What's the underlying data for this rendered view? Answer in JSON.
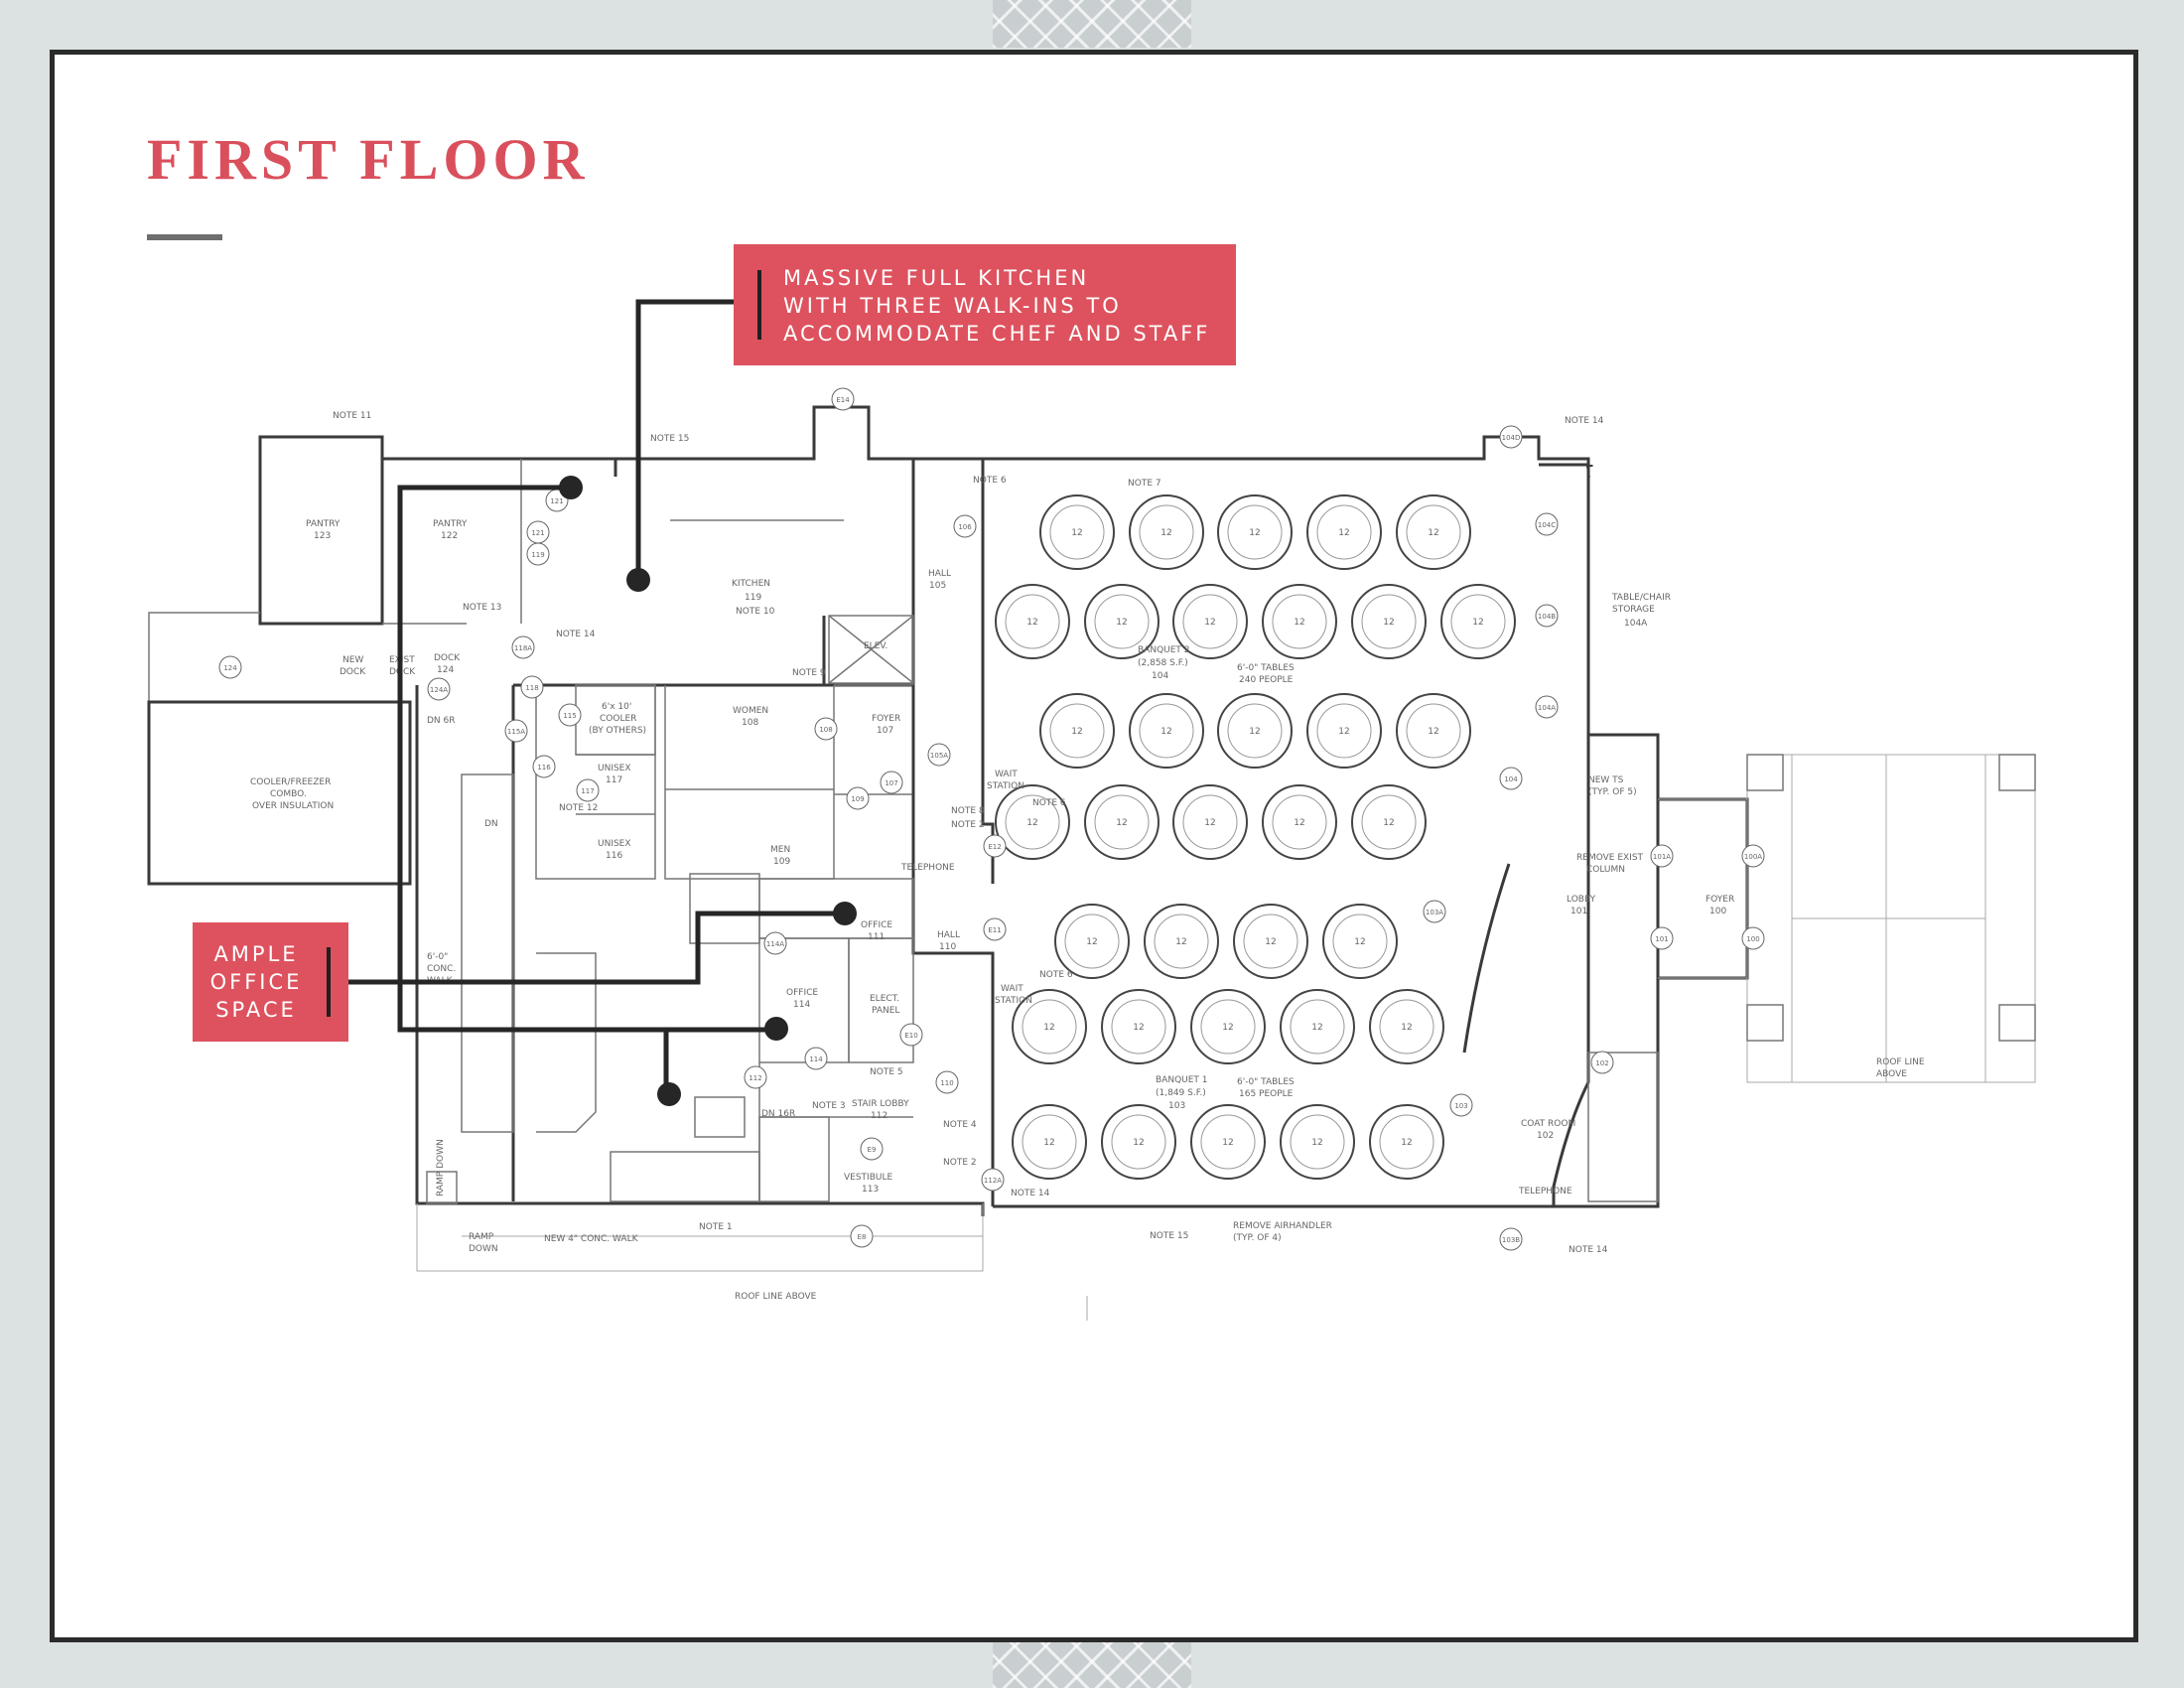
{
  "page": {
    "title": "FIRST FLOOR"
  },
  "callouts": {
    "kitchen": {
      "lines": [
        "MASSIVE FULL KITCHEN",
        "WITH THREE WALK-INS TO",
        "ACCOMMODATE CHEF AND STAFF"
      ]
    },
    "office": {
      "lines": [
        "AMPLE",
        "OFFICE",
        "SPACE"
      ]
    }
  },
  "colors": {
    "accent": "#dd525e",
    "frame": "#2b2b2b",
    "page_background": "#dce1e2",
    "leader": "#262626"
  },
  "plan": {
    "table_seats": "12",
    "rooms": {
      "pantry_123": "PANTRY",
      "pantry_123_no": "123",
      "pantry_122": "PANTRY",
      "pantry_122_no": "122",
      "kitchen": "KITCHEN",
      "kitchen_no": "119",
      "kitchen_note": "NOTE 10",
      "cooler_freezer": [
        "COOLER/FREEZER",
        "COMBO.",
        "OVER INSULATION"
      ],
      "dock": "DOCK",
      "dock_no": "124",
      "new_dock": [
        "NEW",
        "DOCK"
      ],
      "exist_dock": [
        "EXIST",
        "DOCK"
      ],
      "cooler_6x10": [
        "6'x 10'",
        "COOLER",
        "(BY OTHERS)"
      ],
      "women": "WOMEN",
      "women_no": "108",
      "men": "MEN",
      "men_no": "109",
      "unisex_1": "UNISEX",
      "unisex_1_no": "117",
      "unisex_2": "UNISEX",
      "unisex_2_no": "116",
      "foyer_107": "FOYER",
      "foyer_107_no": "107",
      "hall_105": "HALL",
      "hall_105_no": "105",
      "hall_110": "HALL",
      "hall_110_no": "110",
      "elev": "ELEV.",
      "wait_station_1": [
        "WAIT",
        "STATION"
      ],
      "wait_station_2": [
        "WAIT",
        "STATION"
      ],
      "telephone_1": "TELEPHONE",
      "telephone_2": "TELEPHONE",
      "office_111": "OFFICE",
      "office_111_no": "111",
      "office_114": "OFFICE",
      "office_114_no": "114",
      "elect_panel": [
        "ELECT.",
        "PANEL"
      ],
      "stair_lobby": "STAIR LOBBY",
      "stair_lobby_no": "112",
      "vestibule": "VESTIBULE",
      "vestibule_no": "113",
      "banquet_2": "BANQUET 2",
      "banquet_2_sf": "(2,858 S.F.)",
      "banquet_2_no": "104",
      "banquet_2_tables": "6'-0\" TABLES",
      "banquet_2_people": "240 PEOPLE",
      "banquet_1": "BANQUET 1",
      "banquet_1_sf": "(1,849 S.F.)",
      "banquet_1_no": "103",
      "banquet_1_tables": "6'-0\" TABLES",
      "banquet_1_people": "165 PEOPLE",
      "table_chair_storage": [
        "TABLE/CHAIR",
        "STORAGE"
      ],
      "table_chair_storage_no": "104A",
      "lobby": "LOBBY",
      "lobby_no": "101",
      "foyer_100": "FOYER",
      "foyer_100_no": "100",
      "coat_room": "COAT ROOM",
      "coat_room_no": "102",
      "new_ts": [
        "NEW TS",
        "(TYP. OF 5)"
      ],
      "remove_exist_column": [
        "REMOVE EXIST",
        "COLUMN"
      ],
      "remove_airhandler": [
        "REMOVE AIRHANDLER",
        "(TYP. OF 4)"
      ],
      "new_walk": "NEW 4\" CONC. WALK",
      "conc_walk": [
        "6'-0\"",
        "CONC.",
        "WALK"
      ],
      "ramp_down": [
        "RAMP",
        "DOWN"
      ],
      "ramp_down_v": "RAMP DOWN",
      "dn": "DN",
      "dn_6r": "DN 6R",
      "dn_16r": "DN 16R",
      "roof_line_above": "ROOF LINE ABOVE",
      "roof_line_above_2": [
        "ROOF LINE",
        "ABOVE"
      ]
    },
    "notes": {
      "n1": "NOTE 1",
      "n2": "NOTE 2",
      "n2b": "NOTE 2",
      "n3": "NOTE 3",
      "n4": "NOTE 4",
      "n5": "NOTE 5",
      "n6a": "NOTE 6",
      "n6b": "NOTE 6",
      "n6c": "NOTE 6",
      "n7": "NOTE 7",
      "n8": "NOTE 8",
      "n9": "NOTE 9",
      "n11": "NOTE 11",
      "n12": "NOTE 12",
      "n13": "NOTE 13",
      "n14a": "NOTE 14",
      "n14b": "NOTE 14",
      "n14c": "NOTE 14",
      "n14d": "NOTE 14",
      "n15a": "NOTE 15",
      "n15b": "NOTE 15"
    },
    "tags": {
      "e14": "E14",
      "e12": "E12",
      "e11": "E11",
      "e10": "E10",
      "e9": "E9",
      "e8": "E8",
      "d104d": "104D",
      "d104c": "104C",
      "d104b": "104B",
      "d104a": "104A",
      "d104": "104",
      "d103a": "103A",
      "d103": "103",
      "d103b": "103B",
      "d102": "102",
      "d101a": "101A",
      "d101": "101",
      "d100a": "100A",
      "d100": "100",
      "d106": "106",
      "d105a": "105A",
      "d107": "107",
      "d109": "109",
      "d108": "108",
      "d110": "110",
      "d112": "112",
      "d112a": "112A",
      "d114": "114",
      "d114a": "114A",
      "d115": "115",
      "d115a": "115A",
      "d116": "116",
      "d117": "117",
      "d118": "118",
      "d118a": "118A",
      "d119": "119",
      "d121": "121",
      "d121b": "121",
      "d124": "124",
      "d124a": "124A"
    }
  }
}
